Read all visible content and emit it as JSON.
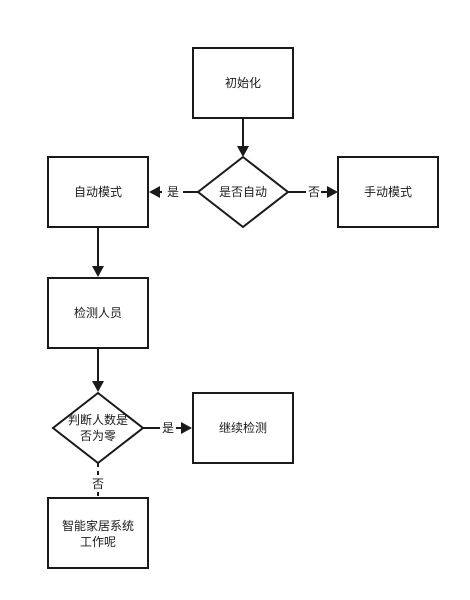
{
  "nodes": {
    "init": "初始化",
    "is_auto": "是否自动",
    "auto_mode": "自动模式",
    "manual_mode": "手动模式",
    "detect_person": "检测人员",
    "judge_line1": "判断人数是",
    "judge_line2": "否为零",
    "continue_detect": "继续检测",
    "smart_home_line1": "智能家居系统",
    "smart_home_line2": "工作呢"
  },
  "edge_labels": {
    "auto_yes": "是",
    "auto_no": "否",
    "judge_yes": "是",
    "judge_no": "否"
  }
}
